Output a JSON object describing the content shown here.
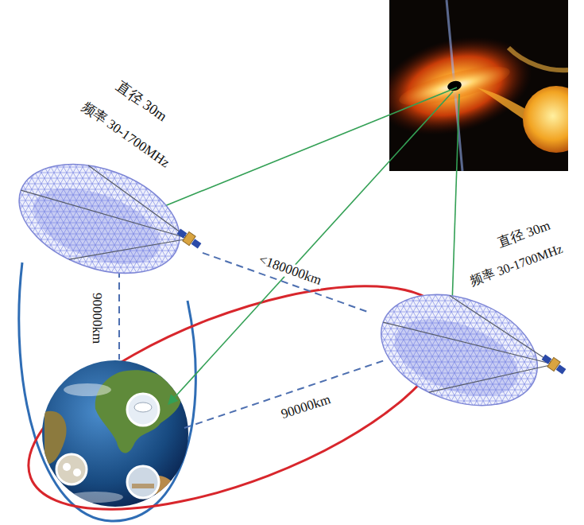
{
  "diagram": {
    "nodes": [
      {
        "text": [
          "直径 30m",
          "频率 30-1700MHz"
        ]
      },
      {
        "text": [
          "直径 30m",
          "频率 30-1700MHz"
        ]
      }
    ],
    "edges": [
      {
        "from": 0,
        "to": 1,
        "arrow": "none",
        "label": "<180000km"
      }
    ],
    "labels": [
      "90000km",
      "90000km"
    ]
  }
}
